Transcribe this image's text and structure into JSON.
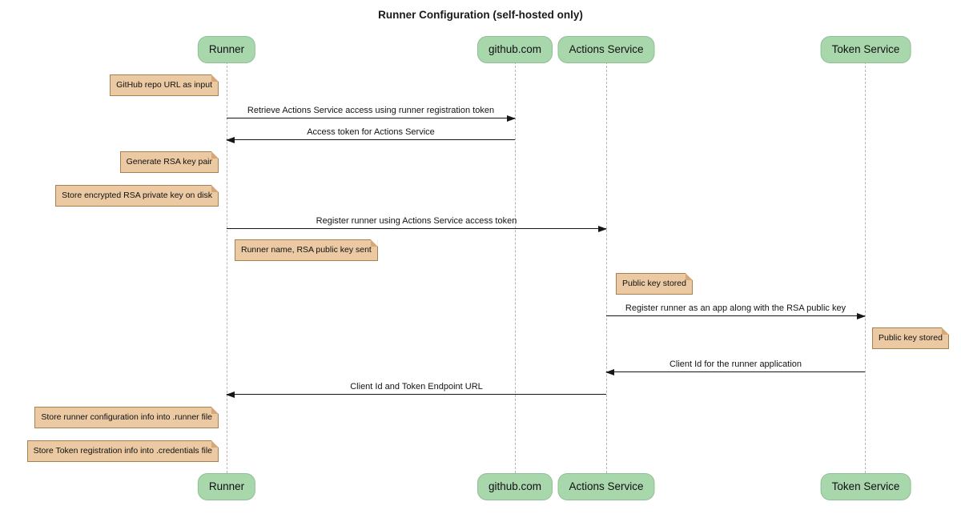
{
  "title": "Runner Configuration (self-hosted only)",
  "participants": [
    {
      "label": "Runner"
    },
    {
      "label": "github.com"
    },
    {
      "label": "Actions Service"
    },
    {
      "label": "Token Service"
    }
  ],
  "messages": [
    {
      "label": "Retrieve Actions Service access using runner registration token",
      "from": "Runner",
      "to": "github.com"
    },
    {
      "label": "Access token for Actions Service",
      "from": "github.com",
      "to": "Runner"
    },
    {
      "label": "Register runner using Actions Service access token",
      "from": "Runner",
      "to": "Actions Service"
    },
    {
      "label": "Register runner as an app along with the RSA public key",
      "from": "Actions Service",
      "to": "Token Service"
    },
    {
      "label": "Client Id for the runner application",
      "from": "Token Service",
      "to": "Actions Service"
    },
    {
      "label": "Client Id and Token Endpoint URL",
      "from": "Actions Service",
      "to": "Runner"
    }
  ],
  "notes": [
    {
      "label": "GitHub repo URL as input",
      "position": "left of Runner"
    },
    {
      "label": "Generate RSA key pair",
      "position": "left of Runner"
    },
    {
      "label": "Store encrypted RSA private key on disk",
      "position": "left of Runner"
    },
    {
      "label": "Runner name, RSA public key sent",
      "position": "right of Runner"
    },
    {
      "label": "Public key stored",
      "position": "right of Actions Service"
    },
    {
      "label": "Public key stored",
      "position": "right of Token Service"
    },
    {
      "label": "Store runner configuration info into .runner file",
      "position": "left of Runner"
    },
    {
      "label": "Store Token registration info into .credentials file",
      "position": "left of Runner"
    }
  ],
  "colors": {
    "participant_fill": "#a8d7ac",
    "participant_border": "#8fbf93",
    "note_fill": "#eac9a3",
    "note_border": "#a9804e",
    "lifeline": "#b3b3b3",
    "arrow": "#161616",
    "text": "#111111",
    "background": "#ffffff"
  }
}
